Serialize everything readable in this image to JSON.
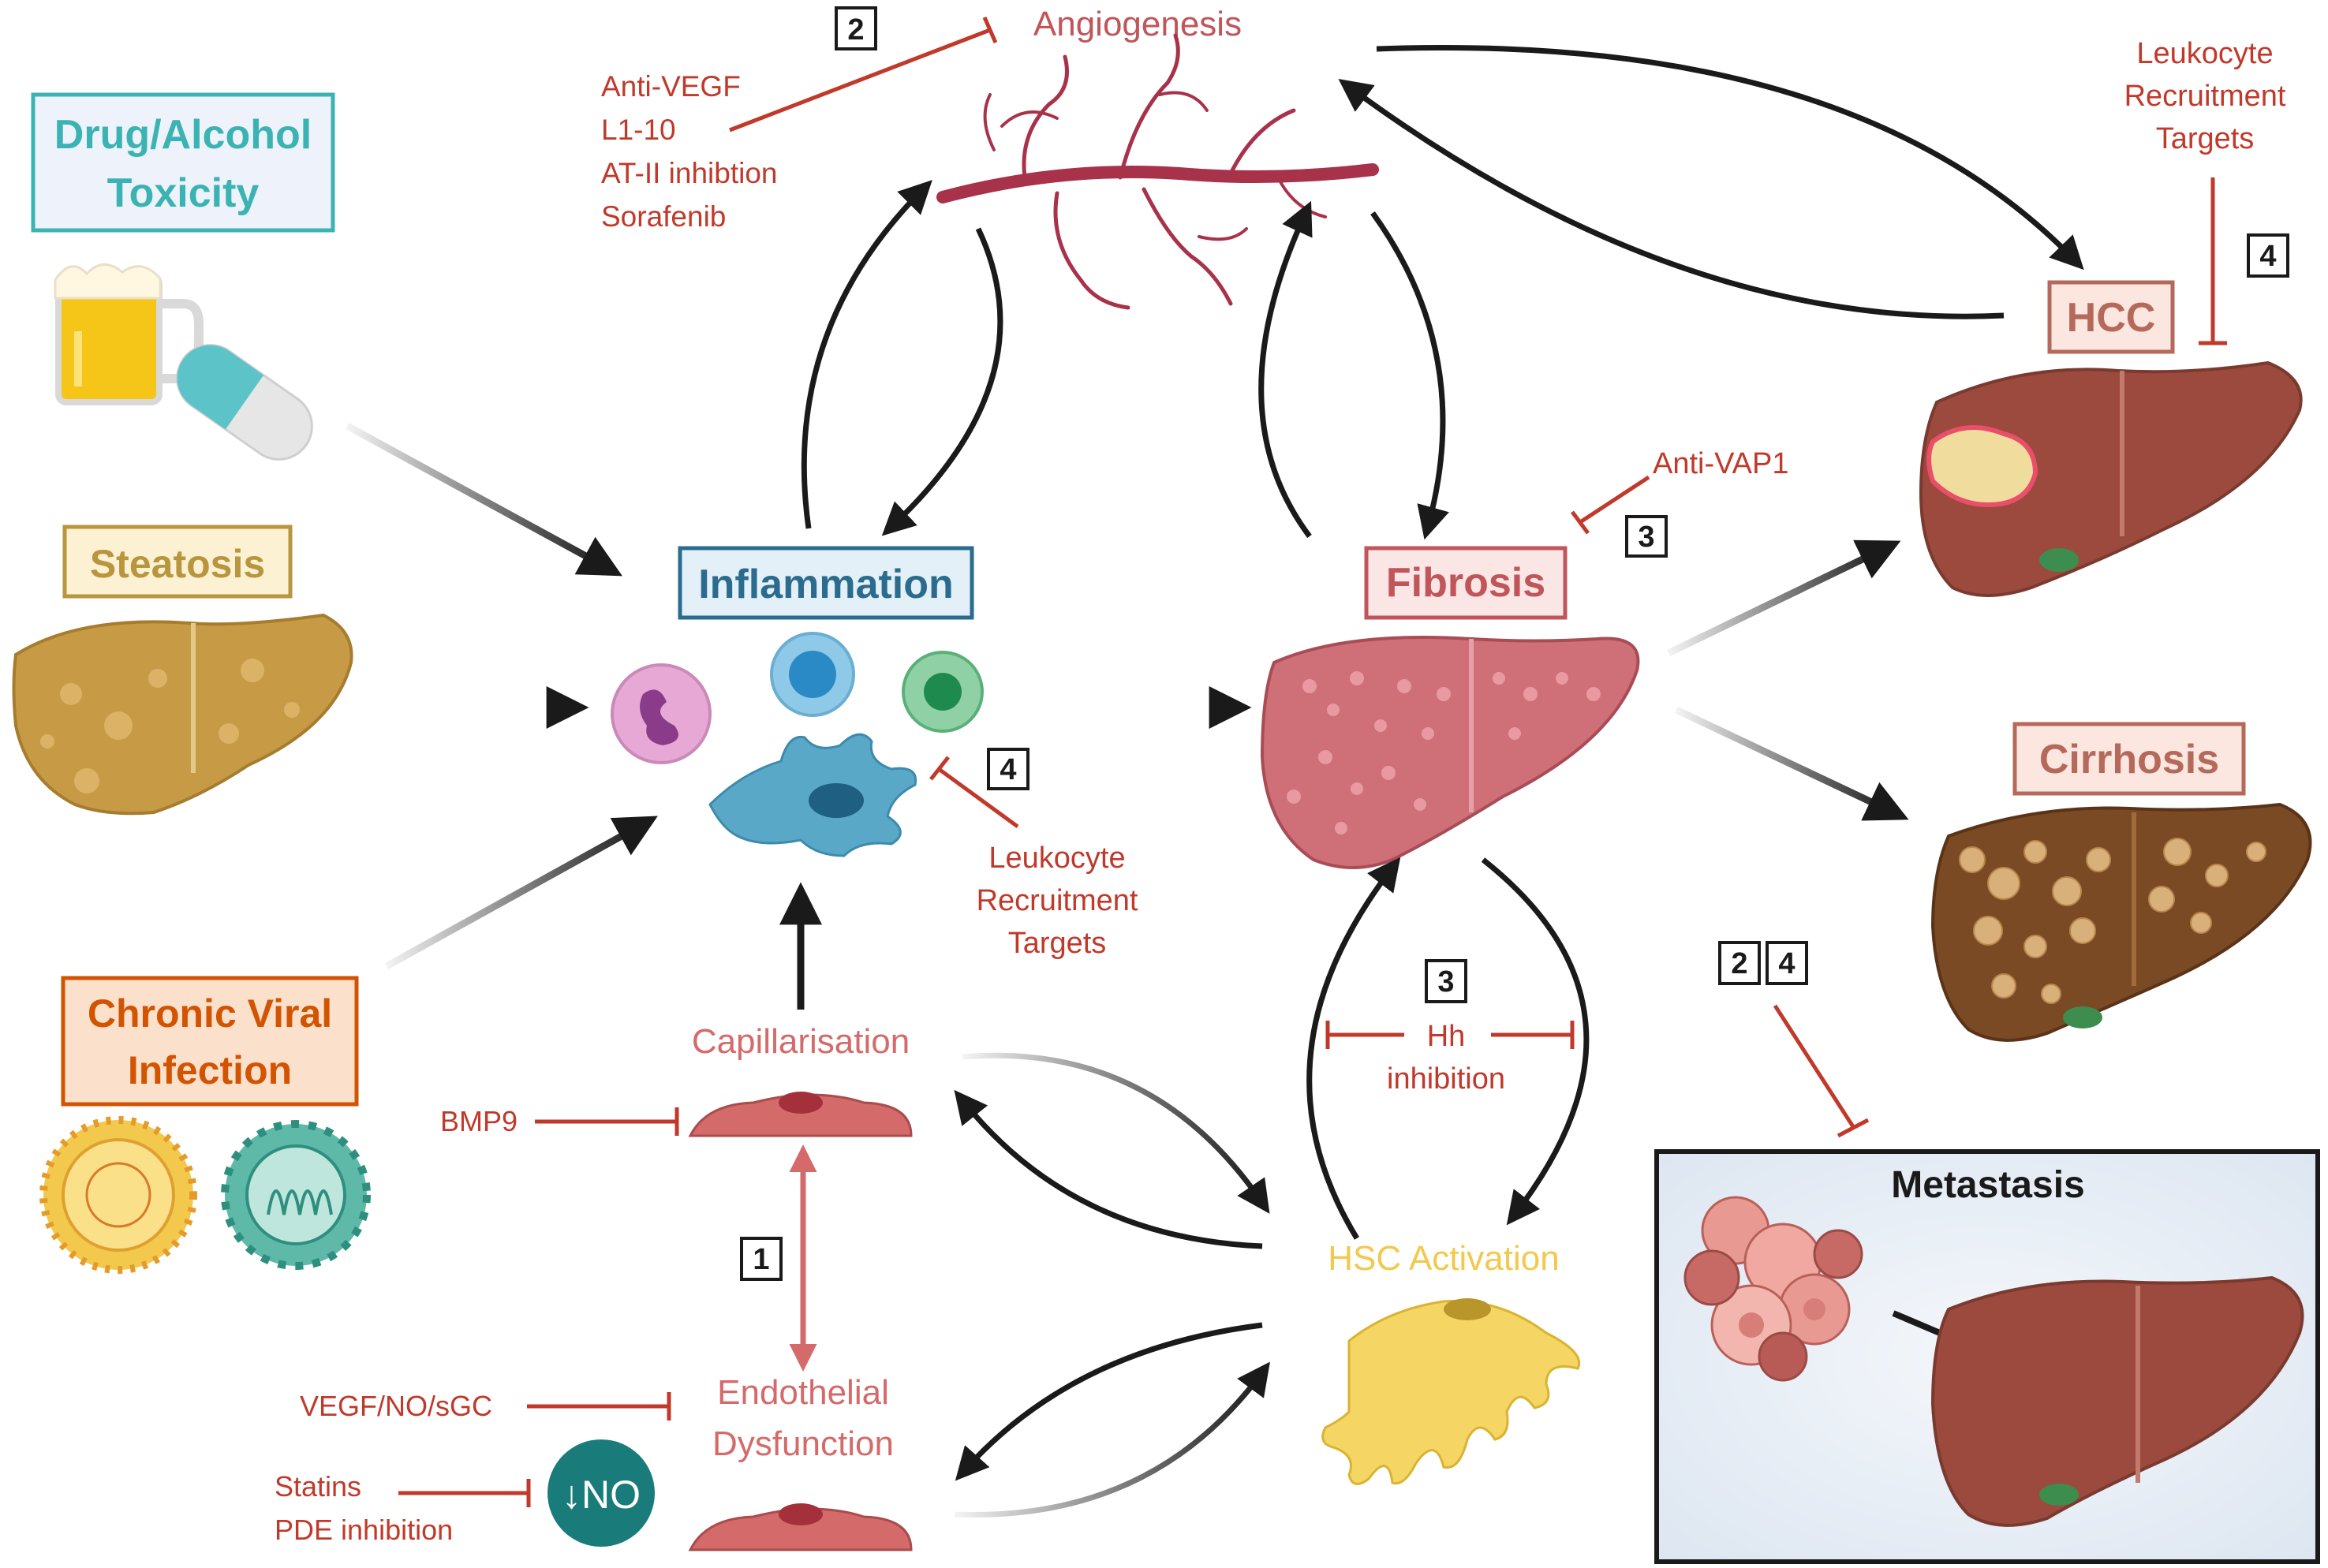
{
  "colors": {
    "red": "#c0392b",
    "teal": "#3cb3b3",
    "tan": "#b8963e",
    "orange": "#d35400",
    "blue": "#2b6c8e",
    "pink": "#c0555a",
    "hsc_yellow": "#f2c94c",
    "endo_pink": "#d56a6a",
    "dark": "#1a1a1a",
    "liver_brown": "#9b4a3d",
    "steatosis_tan": "#c79a45",
    "vessel": "#a8324a"
  },
  "causes": {
    "drug": {
      "line1": "Drug/Alcohol",
      "line2": "Toxicity"
    },
    "steatosis": "Steatosis",
    "viral": {
      "line1": "Chronic Viral",
      "line2": "Infection"
    }
  },
  "nodes": {
    "inflammation": "Inflammation",
    "fibrosis": "Fibrosis",
    "angiogenesis": "Angiogenesis",
    "hcc": "HCC",
    "cirrhosis": "Cirrhosis",
    "metastasis": "Metastasis",
    "capillarisation": "Capillarisation",
    "endothelial": {
      "line1": "Endothelial",
      "line2": "Dysfunction"
    },
    "hsc": "HSC Activation",
    "no_badge": "↓NO"
  },
  "interventions": {
    "angio": [
      "Anti-VEGF",
      "L1-10",
      "AT-II inhibtion",
      "Sorafenib"
    ],
    "leukocyte_top": [
      "Leukocyte",
      "Recruitment",
      "Targets"
    ],
    "leukocyte_mid": [
      "Leukocyte",
      "Recruitment",
      "Targets"
    ],
    "anti_vap1": "Anti-VAP1",
    "hh": [
      "Hh",
      "inhibition"
    ],
    "bmp9": "BMP9",
    "vegf_no": "VEGF/NO/sGC",
    "statins": [
      "Statins",
      "PDE inhibition"
    ]
  },
  "badges": {
    "angio": "2",
    "hcc": "4",
    "fibrosis": "3",
    "leukocyte": "4",
    "hh": "3",
    "endo": "1",
    "meta_a": "2",
    "meta_b": "4"
  }
}
